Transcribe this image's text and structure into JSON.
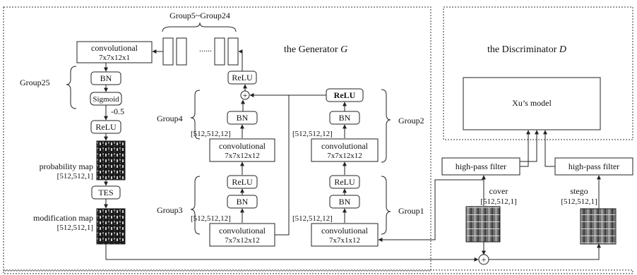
{
  "generator": {
    "title": "the Generator",
    "title_symbol": "G",
    "group5_24": "Group5~Group24",
    "group5_24_dots": "......",
    "output_conv": {
      "name": "convolutional",
      "size": "7x7x12x1"
    },
    "group25": {
      "label": "Group25",
      "bn": "BN",
      "sigmoid": "Sigmoid",
      "minus": "-0.5",
      "relu": "ReLU"
    },
    "probability_map": {
      "label": "probability map",
      "dims": "[512,512,1]"
    },
    "tes": "TES",
    "modification_map": {
      "label": "modification map",
      "dims": "[512,512,1]"
    },
    "residual_relu": "ReLU",
    "plus_symbol": "+",
    "group4": {
      "label": "Group4",
      "bn": "BN",
      "dims": "[512,512,12]",
      "conv_name": "convolutional",
      "conv_size": "7x7x12x12"
    },
    "group3": {
      "label": "Group3",
      "relu": "ReLU",
      "bn": "BN",
      "dims": "[512,512,12]",
      "conv_name": "convolutional",
      "conv_size": "7x7x12x12"
    },
    "group2": {
      "label": "Group2",
      "relu": "ReLU",
      "bn": "BN",
      "dims": "[512,512,12]",
      "conv_name": "convolutional",
      "conv_size": "7x7x12x12"
    },
    "group1": {
      "label": "Group1",
      "relu": "ReLU",
      "bn": "BN",
      "dims": "[512,512,12]",
      "conv_name": "convolutional",
      "conv_size": "7x7x1x12"
    }
  },
  "discriminator": {
    "title": "the Discriminator",
    "title_symbol": "D",
    "model": "Xu’s model",
    "hpf_left": "high-pass filter",
    "hpf_right": "high-pass filter"
  },
  "cover": {
    "label": "cover",
    "dims": "[512,512,1]"
  },
  "stego": {
    "label": "stego",
    "dims": "[512,512,1]"
  },
  "final_plus": "+"
}
